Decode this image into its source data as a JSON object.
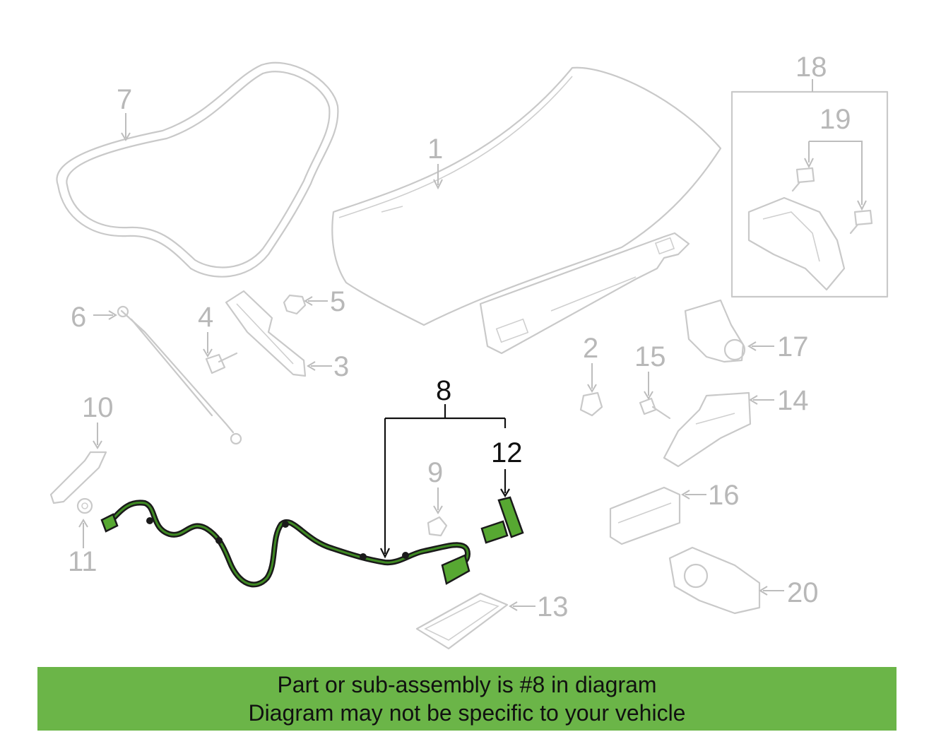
{
  "callouts": {
    "c1": "1",
    "c2": "2",
    "c3": "3",
    "c4": "4",
    "c5": "5",
    "c6": "6",
    "c7": "7",
    "c8": "8",
    "c9": "9",
    "c10": "10",
    "c11": "11",
    "c12": "12",
    "c13": "13",
    "c14": "14",
    "c15": "15",
    "c16": "16",
    "c17": "17",
    "c18": "18",
    "c19": "19",
    "c20": "20"
  },
  "banner": {
    "line1": "Part or sub-assembly is #8 in diagram",
    "line2": "Diagram may not be specific to your vehicle",
    "color": "#6bb548"
  },
  "colors": {
    "part_outline": "#c9c9c9",
    "highlight": "#57a832",
    "highlight_leader": "#111111"
  }
}
